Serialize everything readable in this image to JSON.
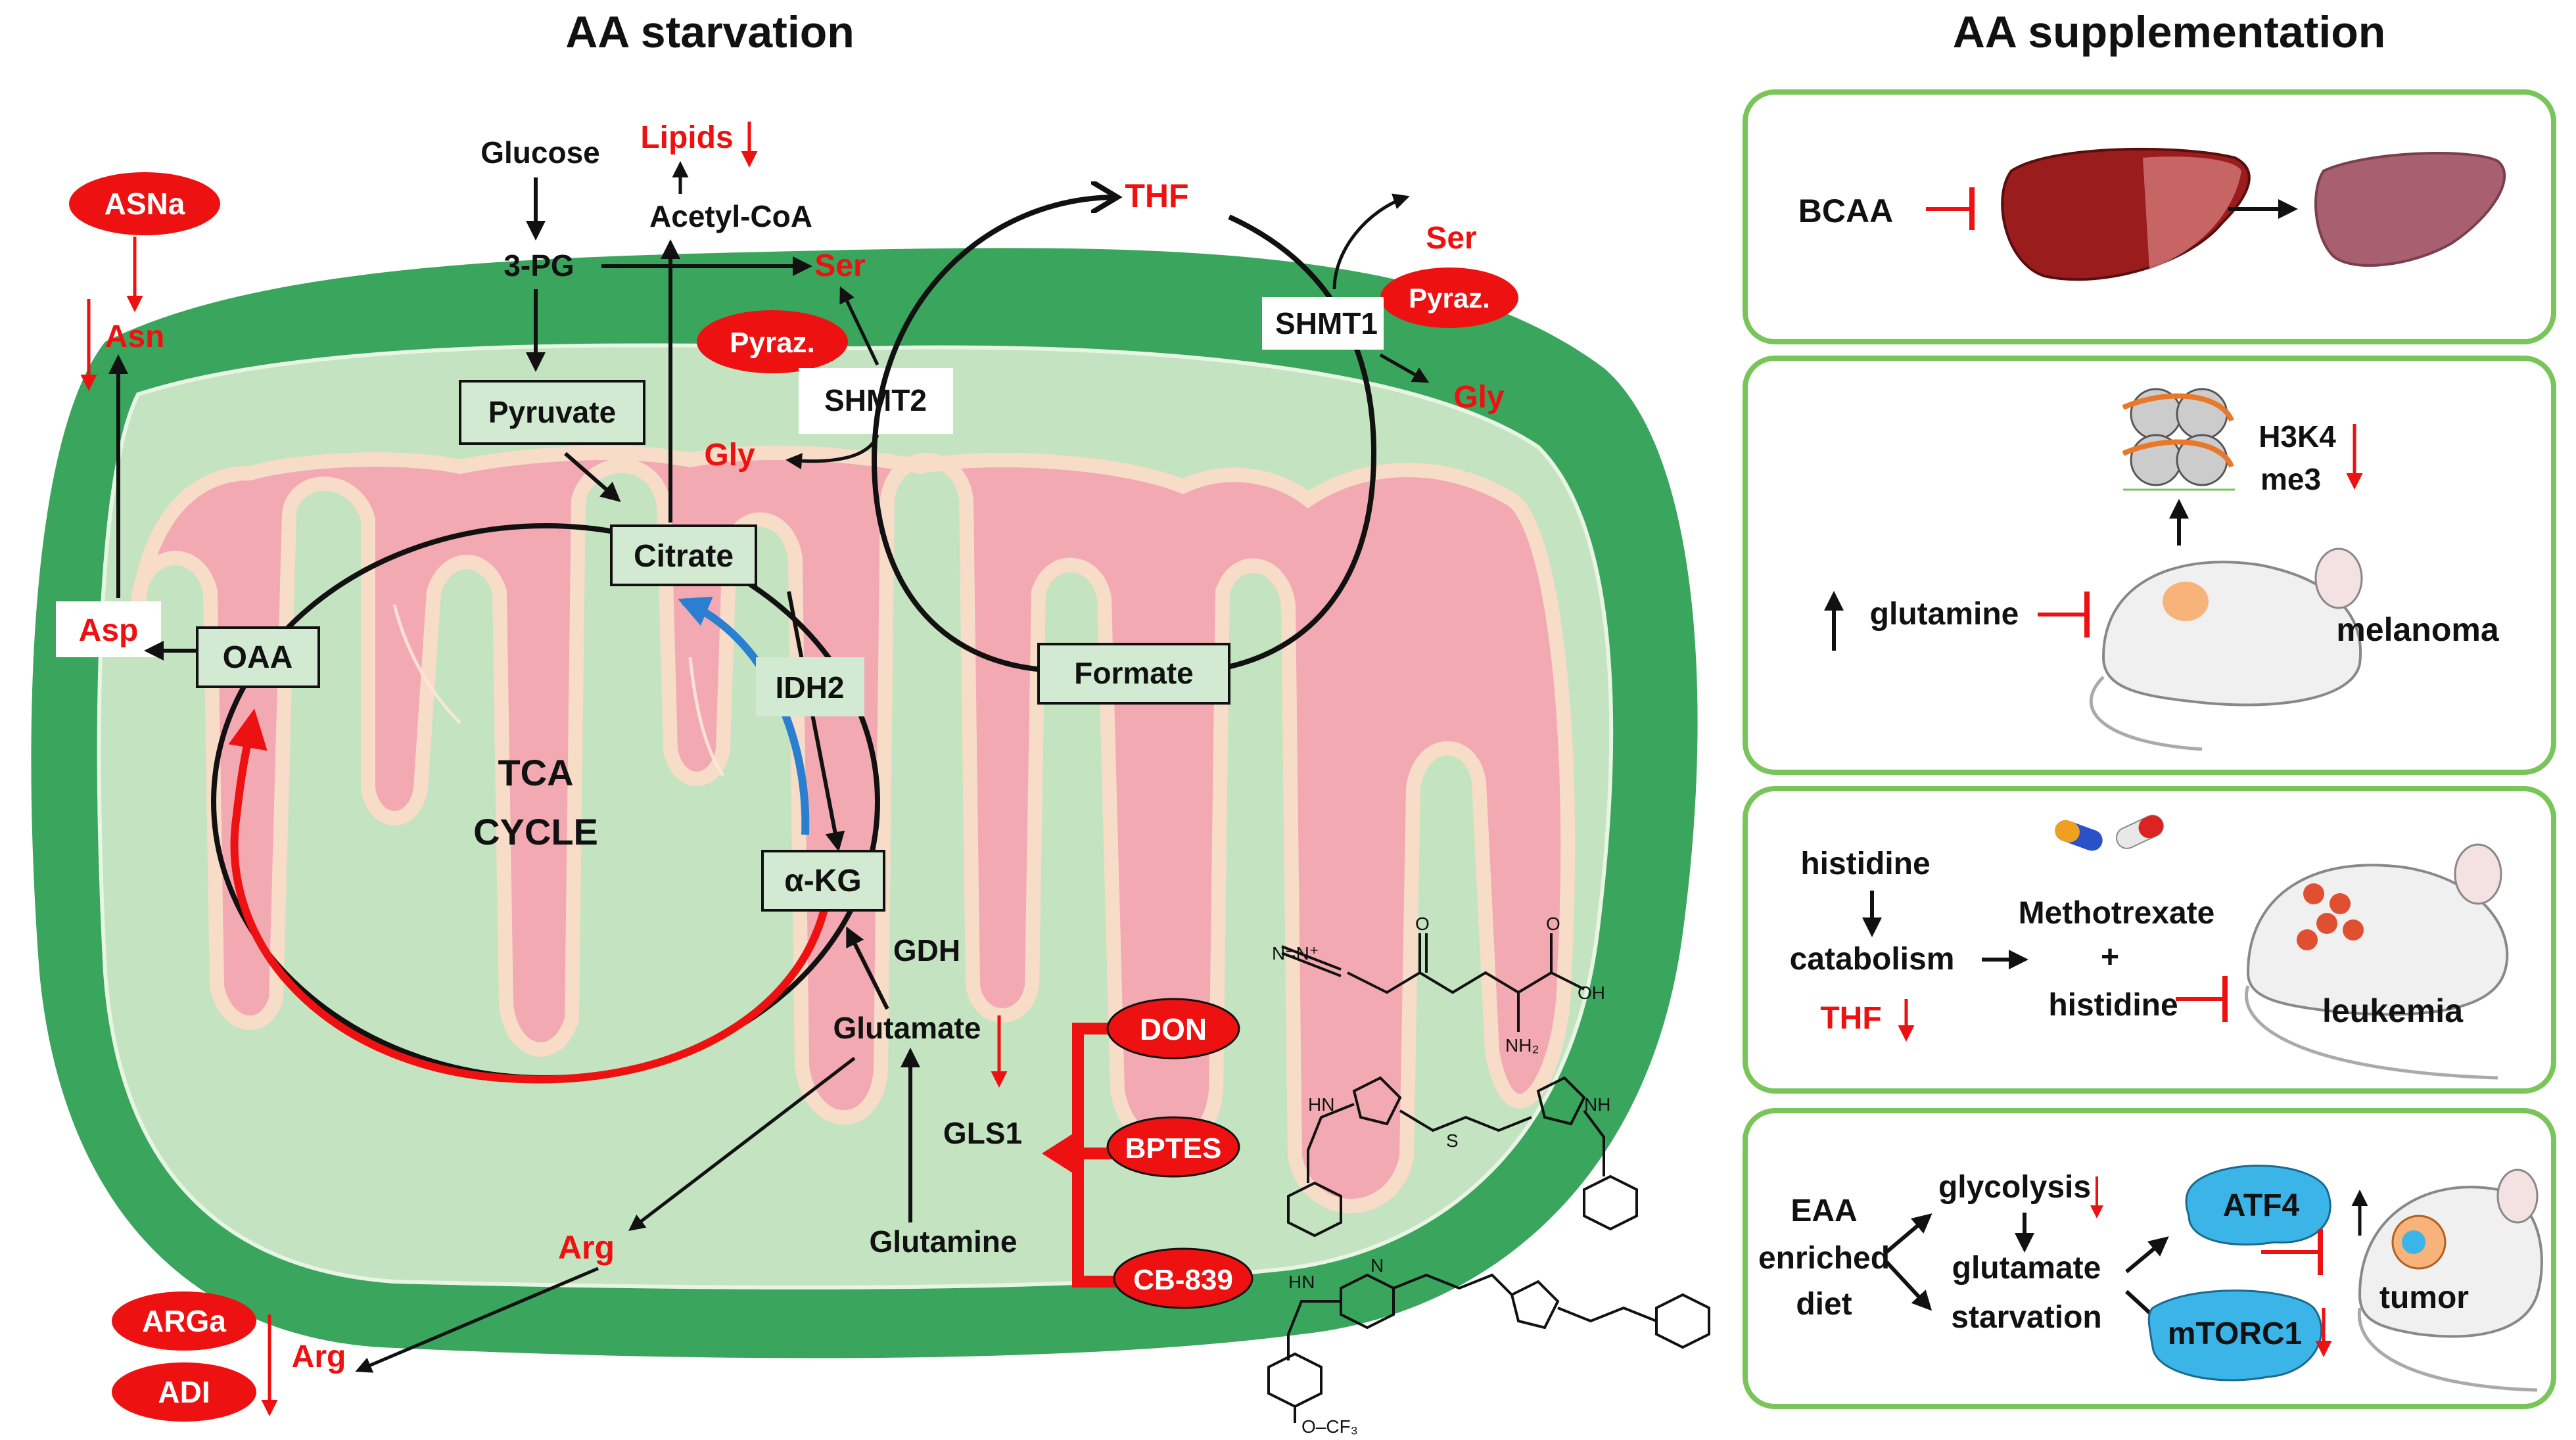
{
  "starvation": {
    "title": "AA starvation",
    "asna": "ASNa",
    "asn": "Asn",
    "asp": "Asp",
    "glucose": "Glucose",
    "lipids": "Lipids",
    "acetyl_coa": "Acetyl-CoA",
    "pg3": "3-PG",
    "ser_top": "Ser",
    "pyraz_left": "Pyraz.",
    "shmt2": "SHMT2",
    "thf": "THF",
    "ser_right": "Ser",
    "pyraz_right": "Pyraz.",
    "shmt1": "SHMT1",
    "gly_right": "Gly",
    "pyruvate": "Pyruvate",
    "gly_left": "Gly",
    "citrate": "Citrate",
    "oaa": "OAA",
    "idh2": "IDH2",
    "formate": "Formate",
    "tca_line1": "TCA",
    "tca_line2": "CYCLE",
    "akg": "α-KG",
    "gdh": "GDH",
    "glutamate": "Glutamate",
    "gls1": "GLS1",
    "glutamine": "Glutamine",
    "arg_inside": "Arg",
    "don": "DON",
    "bptes": "BPTES",
    "cb839": "CB-839",
    "arga": "ARGa",
    "adi": "ADI",
    "arg_out": "Arg",
    "chem_labels": {
      "nh2": "NH₂",
      "oh": "OH",
      "o": "O",
      "n": "N",
      "s": "S",
      "hn": "HN",
      "nh": "NH",
      "ocf3": "O–CF₃",
      "diazo": "N=N⁺"
    }
  },
  "supplementation": {
    "title": "AA supplementation",
    "panel1": {
      "bcaa": "BCAA"
    },
    "panel2": {
      "mark1": "H3K4",
      "mark2": "me3",
      "glutamine": "glutamine",
      "model": "melanoma"
    },
    "panel3": {
      "histidine": "histidine",
      "catabolism": "catabolism",
      "thf": "THF",
      "drug1": "Methotrexate",
      "plus": "+",
      "drug2": "histidine",
      "model": "leukemia"
    },
    "panel4": {
      "eaa1": "EAA",
      "eaa2": "enriched",
      "eaa3": "diet",
      "glycolysis": "glycolysis",
      "glut1": "glutamate",
      "glut2": "starvation",
      "atf4": "ATF4",
      "mtorc1": "mTORC1",
      "model": "tumor"
    }
  },
  "colors": {
    "outer_membrane": "#3aa55c",
    "matrix": "#c4e3c0",
    "cristae": "#f0a6ae",
    "red": "#ee1111",
    "blue": "#2a7fd0",
    "box_green": "#d2ead2",
    "panel_border": "#7ac55a"
  }
}
